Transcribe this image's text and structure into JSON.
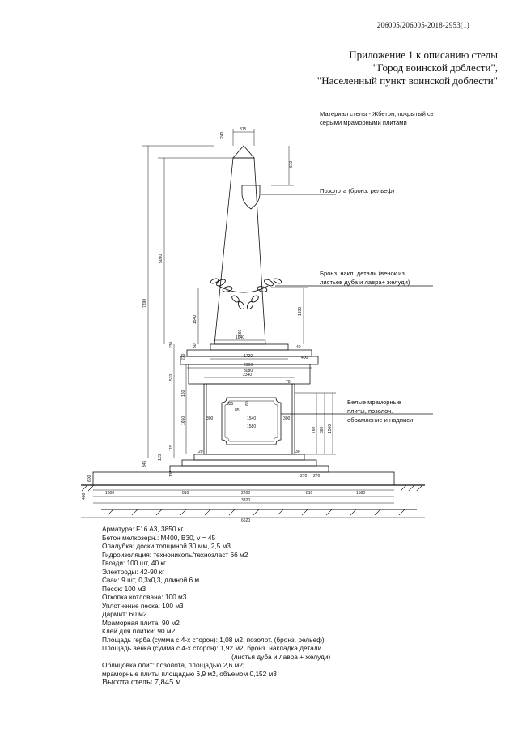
{
  "document": {
    "doc_number": "206005/206005-2018-2953(1)",
    "appendix_lines": [
      "Приложение 1 к описанию стелы",
      "\"Город воинской доблести\",",
      "\"Населенный пункт воинской доблести\""
    ]
  },
  "drawing": {
    "material_note_lines": [
      "Материал стелы - Жбетон, покрытый светло-",
      "серыми мраморными плитами"
    ],
    "callouts": {
      "gilding": "Позолота (бронз. рельеф)",
      "bronze_lines": [
        "Бронз. накл. детали (венок из",
        "листьев дуба и лавра+ желуди)"
      ],
      "marble_lines": [
        "Белые мраморные",
        "плиты, позолоч.",
        "обрамление и надписи"
      ]
    },
    "dimensions": {
      "top_width": "815",
      "tip_height": "240",
      "shield_offset": "610",
      "shaft_height": "5090",
      "total_height": "7890",
      "wreath_height": "1930",
      "shaft_lower": "1540",
      "shaft_detail": "660",
      "small_50": "50",
      "small_40": "40",
      "small_400": "400",
      "shaft_base_width": "1640",
      "cornice_width": "1720",
      "cornice_top": "2900",
      "cornice_width_2": "3080",
      "cornice_step": "70",
      "pedestal_width": "2340",
      "side_300_left": "300",
      "side_300_right": "300",
      "panel_1540": "1540",
      "panel_1580": "1580",
      "panel_335": "335",
      "panel_85": "85",
      "panel_80": "80",
      "panel_760": "760",
      "panel_880": "880",
      "panel_1500": "1500",
      "h_1650": "1650",
      "h_570": "570",
      "h_270": "270",
      "h_230": "230",
      "h_160": "160",
      "h_345": "345",
      "h_115": "115",
      "h_115b": "115",
      "h_135": "135",
      "h_600": "600",
      "h_400": "400",
      "step_270a": "270",
      "step_270b": "270",
      "step_20": "20",
      "step_30": "30",
      "plinth_2200": "2200",
      "offset_810_left": "810",
      "offset_810_right": "810",
      "ground_1600": "1600",
      "ground_1580": "1580",
      "foundation_3820": "3820",
      "foundation_6620": "6620"
    }
  },
  "specs": {
    "lines": [
      "Арматура: F16  A3, 3850 кг",
      "Бетон мелкозерн.: М400, В30, v = 45",
      "Опалубка: доски толщиной 30 мм, 2,5 м3",
      "Гидроизоляция: технониколь/технозласт 66 м2",
      "Гвозди: 100 шт, 40 кг",
      "Электроды: 42-90 кг",
      "Сваи: 9 шт, 0,3x0,3, длиной 6 м",
      "Песок: 100 м3",
      "Откопка котлована: 100 м3",
      "Уплотнение песка: 100 м3",
      "Дармит: 60 м2",
      "Мраморная плита: 90 м2",
      "Клей для плитки: 90 м2",
      "Площадь герба (сумма с 4-х сторон): 1,08 м2, позолот. (бронз. рельеф)",
      "Площадь венка (сумма с 4-х сторон): 1,92 м2, бронз. накладка детали"
    ],
    "wreath_continuation": "(листья дуба и лавра + желуди)",
    "cladding_lines": [
      "Облицовка плит: позолота, площадью 2,6 м2;",
      "мраморные плиты площадью 6,9 м2, объемом 0,152 м3"
    ],
    "height_line": "Высота стелы 7,845 м"
  }
}
